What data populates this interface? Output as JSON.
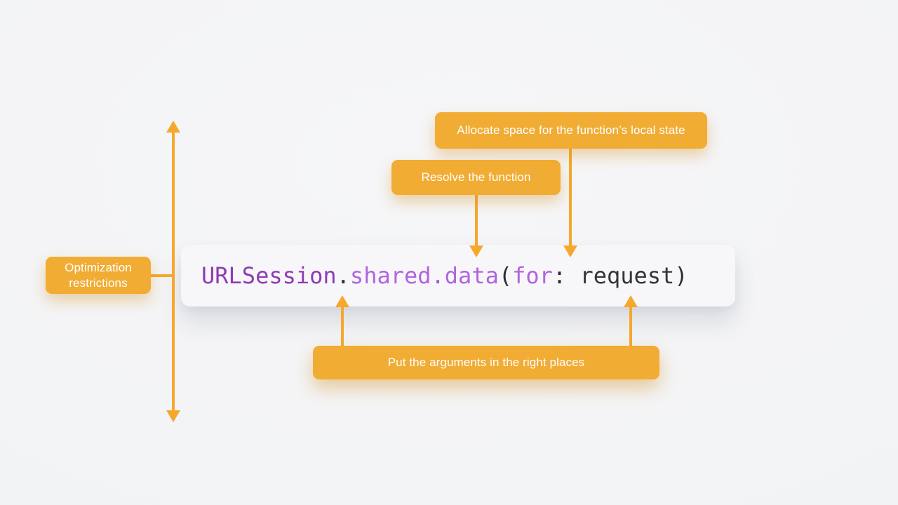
{
  "colors": {
    "background_top": "#F6F6F8",
    "background_edge": "#EBECEF",
    "box_orange": "#F1AC34",
    "line_orange": "#F5A82B",
    "label_text": "#FFFFFF",
    "code_box_bg": "#F7F7F9"
  },
  "labels": {
    "allocate": "Allocate space for the function’s local state",
    "resolve": "Resolve the function",
    "optimization": "Optimization restrictions",
    "arguments": "Put the arguments in the right places"
  },
  "code": {
    "full_text": "URLSession.shared.data(for: request)",
    "tokens": [
      {
        "text": "URLSession",
        "color": "#8F3BB5"
      },
      {
        "text": ".",
        "color": "#2E2B32"
      },
      {
        "text": "shared",
        "color": "#B264DD"
      },
      {
        "text": ".",
        "color": "#A05BD2"
      },
      {
        "text": "data",
        "color": "#B264DD"
      },
      {
        "text": "(",
        "color": "#2E2B32"
      },
      {
        "text": "for",
        "color": "#B264DD"
      },
      {
        "text": ":",
        "color": "#2E2B32"
      },
      {
        "text": " request",
        "color": "#37343C"
      },
      {
        "text": ")",
        "color": "#2E2B32"
      }
    ]
  }
}
